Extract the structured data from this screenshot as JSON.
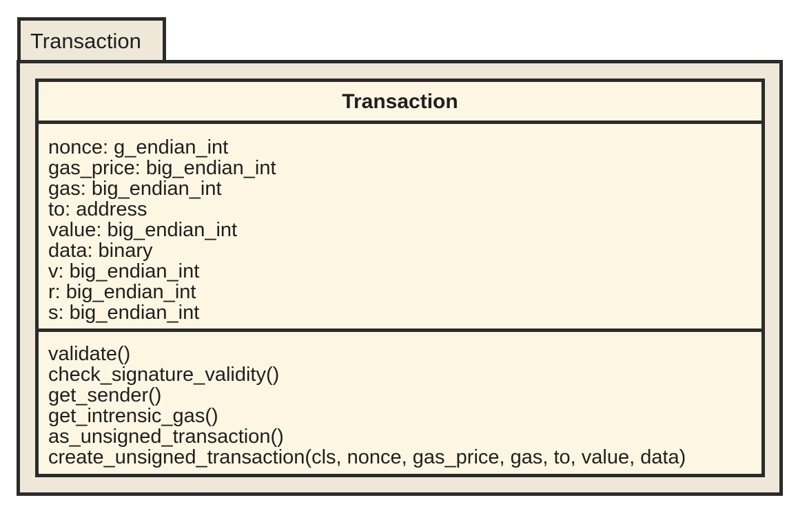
{
  "package": {
    "name": "Transaction"
  },
  "class": {
    "name": "Transaction",
    "attributes": [
      "nonce: g_endian_int",
      "gas_price: big_endian_int",
      "gas: big_endian_int",
      "to: address",
      "value: big_endian_int",
      "data: binary",
      "v: big_endian_int",
      "r: big_endian_int",
      "s: big_endian_int"
    ],
    "operations": [
      "validate()",
      "check_signature_validity()",
      "get_sender()",
      "get_intrensic_gas()",
      "as_unsigned_transaction()",
      "create_unsigned_transaction(cls, nonce, gas_price, gas, to, value, data)"
    ]
  }
}
